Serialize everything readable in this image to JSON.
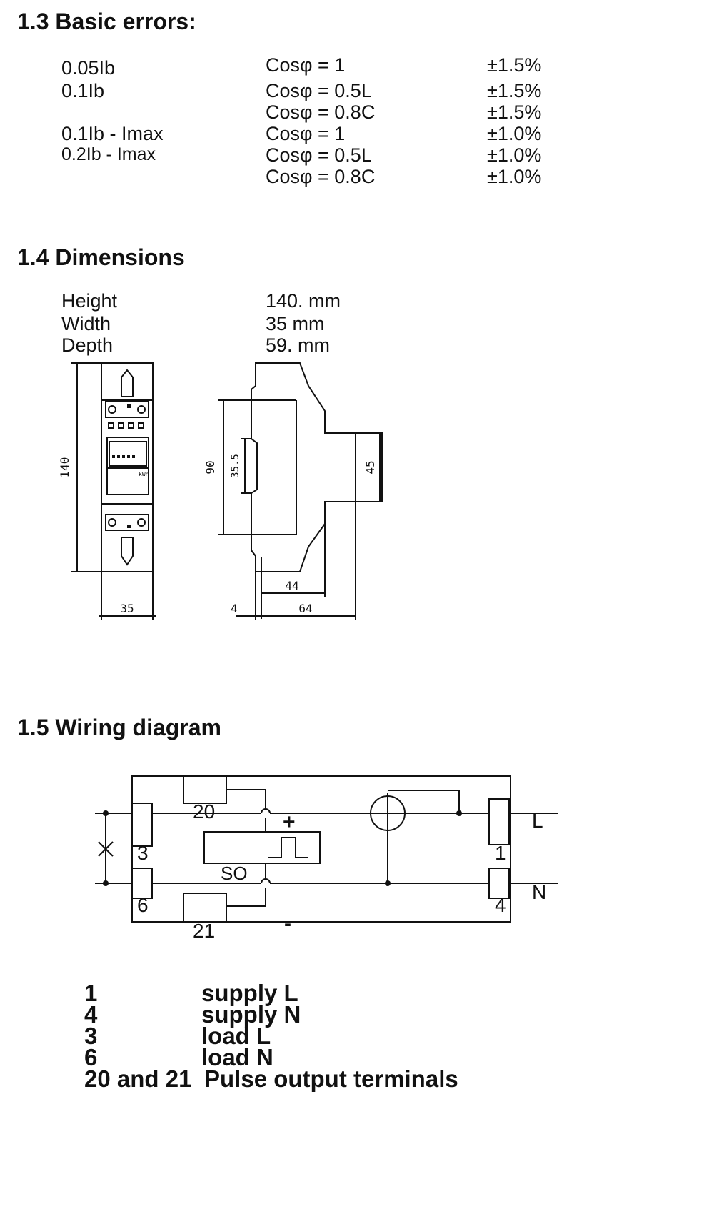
{
  "basic_errors": {
    "title": "1.3 Basic errors:",
    "rows": [
      {
        "current": "0.05Ib",
        "cos": "Cosφ = 1",
        "error": "±1.5%"
      },
      {
        "current": "0.1Ib",
        "cos": "Cosφ = 0.5L",
        "error": "±1.5%"
      },
      {
        "current": "",
        "cos": "Cosφ = 0.8C",
        "error": "±1.5%"
      },
      {
        "current": "0.1Ib - Imax",
        "cos": "Cosφ = 1",
        "error": "±1.0%"
      },
      {
        "current": "0.2Ib - Imax",
        "cos": "Cosφ = 0.5L",
        "error": "±1.0%"
      },
      {
        "current": "",
        "cos": "Cosφ = 0.8C",
        "error": "±1.0%"
      }
    ]
  },
  "dimensions": {
    "title": "1.4 Dimensions",
    "rows": [
      {
        "label": "Height",
        "value": "140. mm"
      },
      {
        "label": "Width",
        "value": "35 mm"
      },
      {
        "label": "Depth",
        "value": "59. mm"
      }
    ],
    "drawing_labels": {
      "height": "140",
      "width": "35",
      "rail": "90",
      "din": "35.5",
      "top": "45",
      "depth_inner": "44",
      "offset": "4",
      "depth_total": "64",
      "display_unit": "kWh"
    }
  },
  "wiring": {
    "title": "1.5 Wiring diagram",
    "labels": {
      "t20": "20",
      "t21": "21",
      "t3": "3",
      "t6": "6",
      "t1": "1",
      "t4": "4",
      "plus": "+",
      "minus": "-",
      "so": "SO",
      "L": "L",
      "N": "N"
    }
  },
  "legend": [
    {
      "term": "1",
      "desc": "supply L"
    },
    {
      "term": "4",
      "desc": "supply N"
    },
    {
      "term": "3",
      "desc": "load L"
    },
    {
      "term": "6",
      "desc": "load N"
    },
    {
      "term": "20 and 21",
      "desc": "Pulse output terminals"
    }
  ]
}
